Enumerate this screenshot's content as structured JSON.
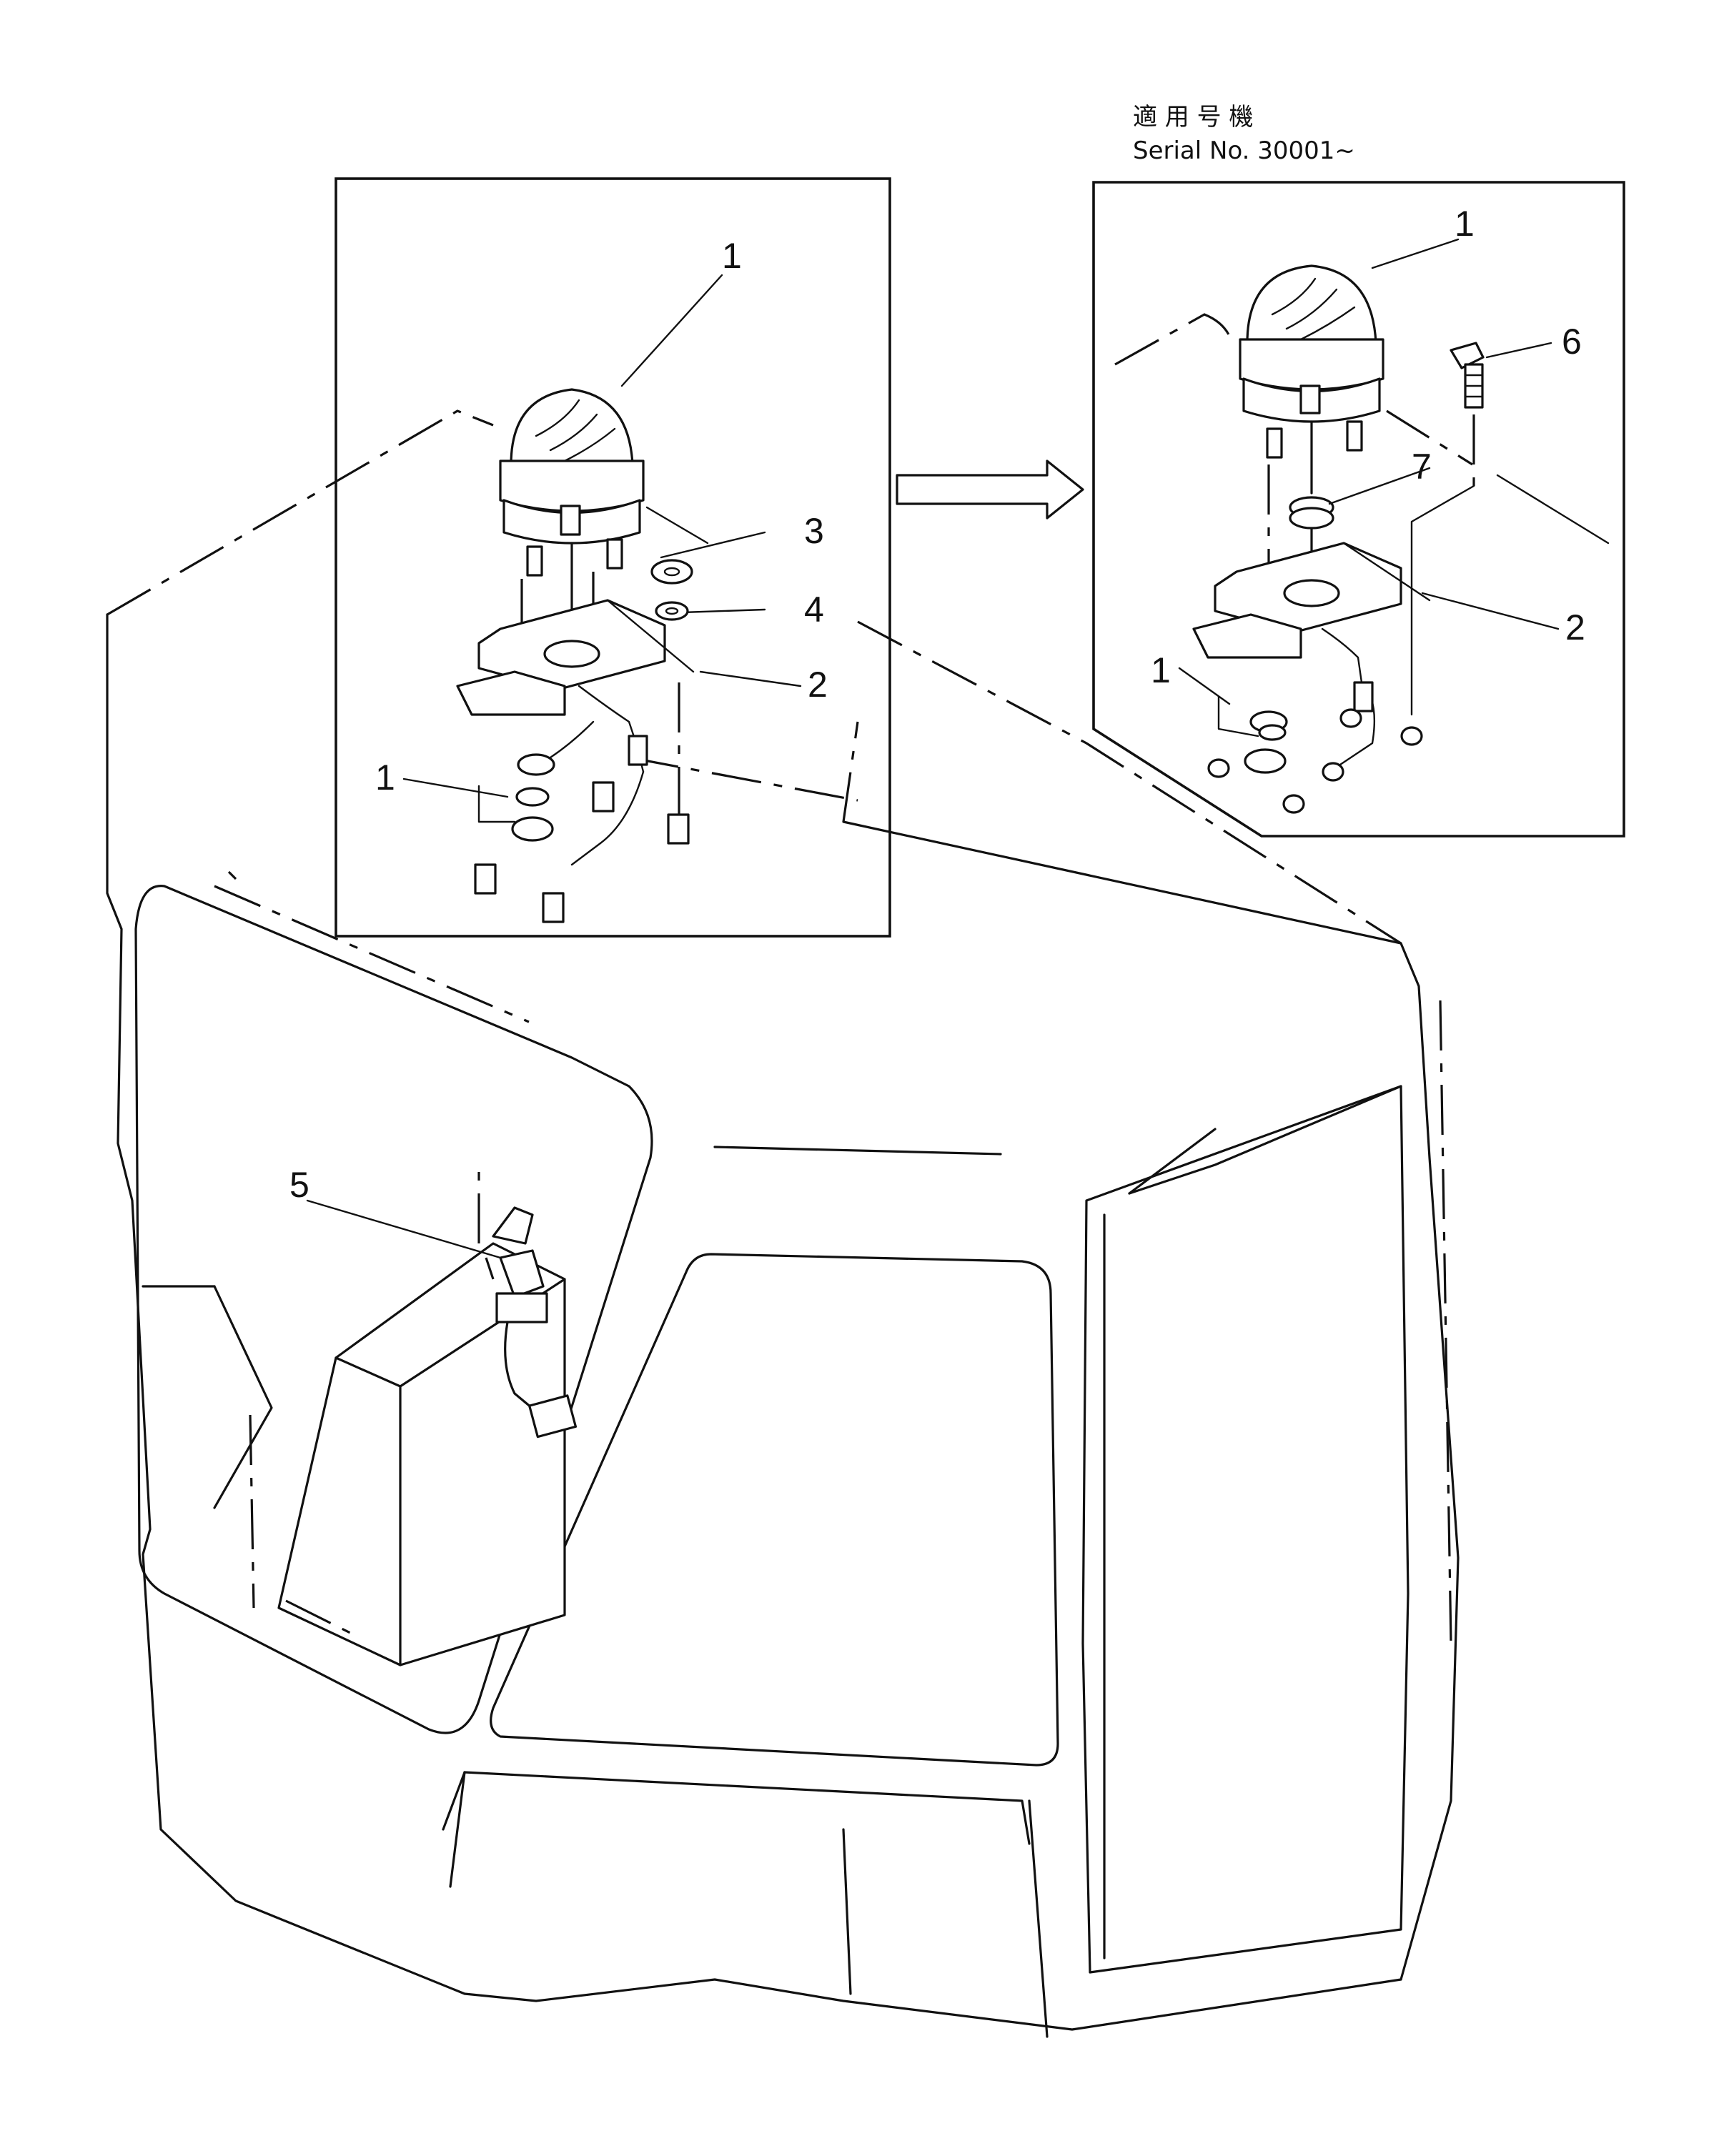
{
  "applicability_note": {
    "line1": "適 用 号 機",
    "line2": "Serial No. 30001~"
  },
  "callouts": {
    "left_lamp": "1",
    "left_nut": "3",
    "left_washer": "4",
    "left_bracket": "2",
    "left_fasteners": "1",
    "switch": "5",
    "right_lamp": "1",
    "right_bolt": "6",
    "right_cushion": "7",
    "right_bracket": "2",
    "right_fasteners": "1"
  },
  "icons": {
    "arrow": "arrow-right-icon"
  }
}
